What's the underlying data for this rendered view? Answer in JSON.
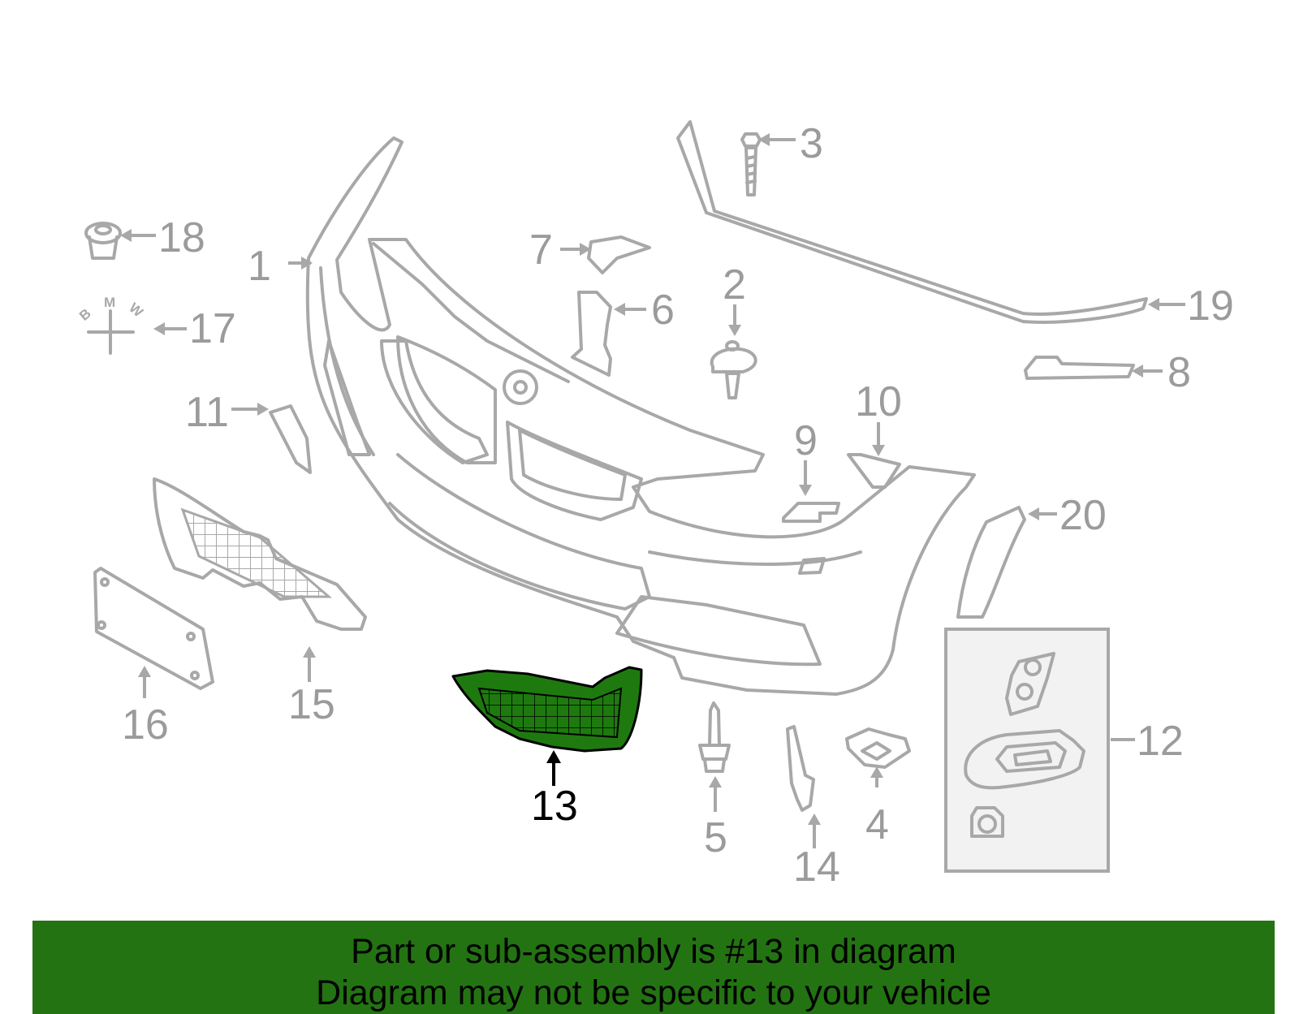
{
  "callouts": [
    {
      "id": "1",
      "text": "1"
    },
    {
      "id": "2",
      "text": "2"
    },
    {
      "id": "3",
      "text": "3"
    },
    {
      "id": "4",
      "text": "4"
    },
    {
      "id": "5",
      "text": "5"
    },
    {
      "id": "6",
      "text": "6"
    },
    {
      "id": "7",
      "text": "7"
    },
    {
      "id": "8",
      "text": "8"
    },
    {
      "id": "9",
      "text": "9"
    },
    {
      "id": "10",
      "text": "10"
    },
    {
      "id": "11",
      "text": "11"
    },
    {
      "id": "12",
      "text": "12"
    },
    {
      "id": "13",
      "text": "13"
    },
    {
      "id": "14",
      "text": "14"
    },
    {
      "id": "15",
      "text": "15"
    },
    {
      "id": "16",
      "text": "16"
    },
    {
      "id": "17",
      "text": "17"
    },
    {
      "id": "18",
      "text": "18"
    },
    {
      "id": "19",
      "text": "19"
    },
    {
      "id": "20",
      "text": "20"
    }
  ],
  "highlighted_part": "13",
  "colors": {
    "highlight_fill": "#1e7a0f",
    "line": "#a8a8a8",
    "banner": "#237312"
  },
  "emblem": {
    "b": "B",
    "m": "M",
    "w": "W"
  },
  "banner": {
    "line1": "Part or sub-assembly is #13 in diagram",
    "line2": "Diagram may not be specific to your vehicle"
  }
}
